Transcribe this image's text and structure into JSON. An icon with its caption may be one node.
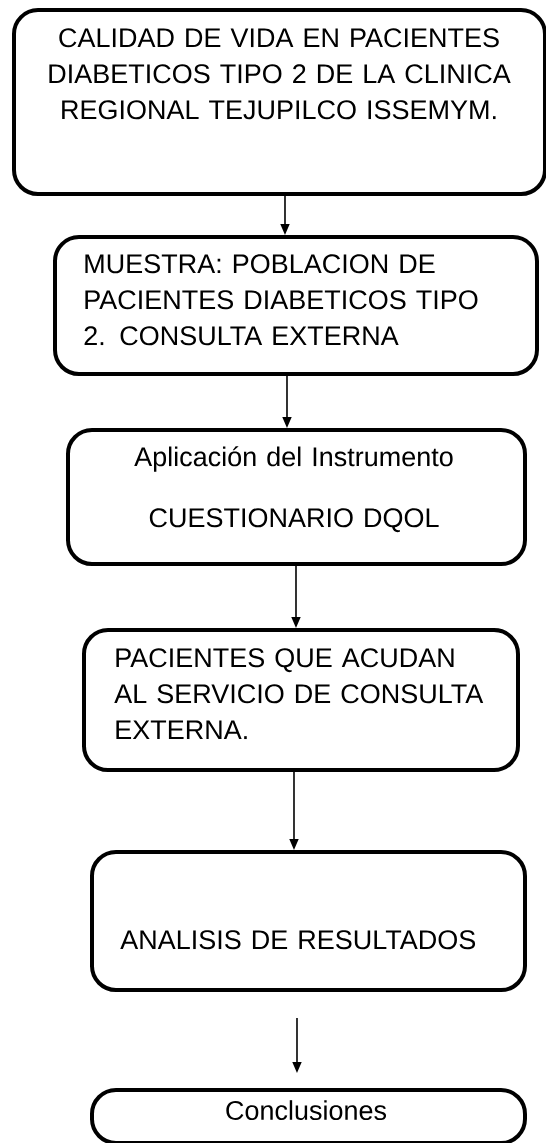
{
  "diagram": {
    "nodes": [
      {
        "text": [
          "CALIDAD DE VIDA EN PACIENTES DIABETICOS TIPO 2 DE LA CLINICA REGIONAL TEJUPILCO ISSEMYM."
        ]
      },
      {
        "text": [
          "MUESTRA: POBLACION DE PACIENTES DIABETICOS TIPO 2. CONSULTA EXTERNA"
        ]
      },
      {
        "text": [
          "Aplicación del Instrumento",
          "CUESTIONARIO DQOL"
        ]
      },
      {
        "text": [
          "PACIENTES QUE ACUDAN AL SERVICIO DE CONSULTA EXTERNA."
        ]
      },
      {
        "text": [
          "ANALISIS DE RESULTADOS"
        ]
      },
      {
        "text": [
          "Conclusiones"
        ]
      }
    ],
    "edges": [
      {
        "from": 0,
        "to": 1,
        "arrow": "to"
      },
      {
        "from": 1,
        "to": 2,
        "arrow": "to"
      },
      {
        "from": 2,
        "to": 3,
        "arrow": "to"
      },
      {
        "from": 3,
        "to": 4,
        "arrow": "to"
      },
      {
        "from": 4,
        "to": 5,
        "arrow": "to"
      }
    ]
  }
}
